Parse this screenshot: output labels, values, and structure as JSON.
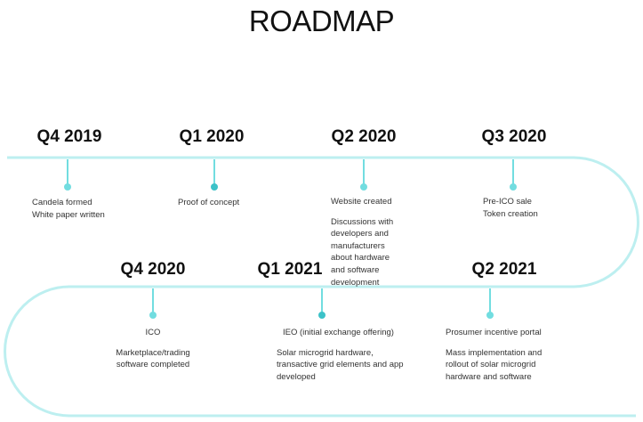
{
  "title": "ROADMAP",
  "colors": {
    "track": "#bdeff0",
    "accent": "#72dde0",
    "accent_dark": "#3cc2c8"
  },
  "milestones": [
    {
      "quarter": "Q4 2019",
      "items": [
        "Candela formed",
        "White paper written"
      ]
    },
    {
      "quarter": "Q1 2020",
      "items": [
        "Proof of concept"
      ]
    },
    {
      "quarter": "Q2 2020",
      "items": [
        "Website created",
        "Discussions with developers and manufacturers about hardware and software development"
      ]
    },
    {
      "quarter": "Q3 2020",
      "items": [
        "Pre-ICO sale",
        "Token creation"
      ]
    },
    {
      "quarter": "Q4 2020",
      "items": [
        "ICO",
        "Marketplace/trading software completed"
      ]
    },
    {
      "quarter": "Q1 2021",
      "items": [
        "IEO (initial exchange offering)",
        "Solar microgrid hardware, transactive grid elements and app developed"
      ]
    },
    {
      "quarter": "Q2 2021",
      "items": [
        "Prosumer incentive portal",
        "Mass implementation and rollout of solar microgrid hardware and software"
      ]
    }
  ]
}
